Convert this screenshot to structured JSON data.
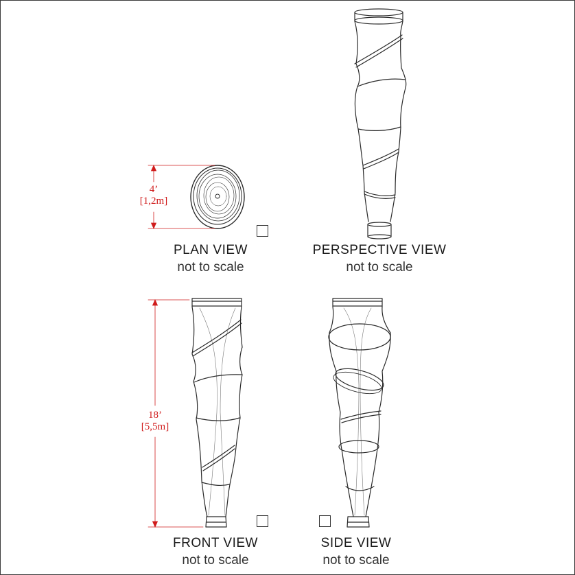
{
  "views": {
    "plan": {
      "title": "PLAN VIEW",
      "scale": "not to scale"
    },
    "perspective": {
      "title": "PERSPECTIVE VIEW",
      "scale": "not to scale"
    },
    "front": {
      "title": "FRONT VIEW",
      "scale": "not to scale"
    },
    "side": {
      "title": "SIDE VIEW",
      "scale": "not to scale"
    }
  },
  "dimensions": {
    "plan_width": {
      "imperial": "4’",
      "metric": "[1,2m]"
    },
    "front_height": {
      "imperial": "18’",
      "metric": "[5,5m]"
    }
  },
  "colors": {
    "dimension": "#d01c1c",
    "line": "#2a2a2a",
    "border": "#3a3a3a"
  }
}
